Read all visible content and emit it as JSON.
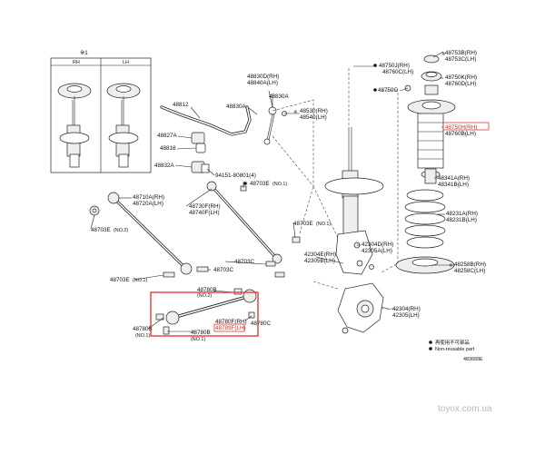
{
  "inset": {
    "marker": "※1",
    "col_rh": "RH",
    "col_lh": "LH"
  },
  "labels": {
    "p48812": "48812",
    "p48827A": "48827A",
    "p48818": "48818",
    "p48832A": "48832A",
    "p94151": "94151-80801(4)",
    "p48830D": "48830D(RH)",
    "p48840A": "48840A(LH)",
    "p48830A_1": "48830A",
    "p48830A_2": "48830A",
    "p48530": "48530(RH)",
    "p48540": "48540(LH)",
    "p48703E_no1_a": "48703E",
    "no1_a": "(NO.1)",
    "p48710A": "48710A(RH)",
    "p48720A": "48720A(LH)",
    "p48703E_no2": "48703E",
    "no2": "(NO.2)",
    "p48730F": "48730F(RH)",
    "p48740F": "48740F(LH)",
    "p48703E_no1_b": "48703E",
    "no1_b": "(NO.1)",
    "p48703C_1": "48703C",
    "p48703C_2": "48703C",
    "p48703E_no1_c": "48703E",
    "no1_c": "(NO.1)",
    "p48780B_top": "48780B",
    "no2_b": "(NO.2)",
    "p48780F": "48780F(RH)",
    "p48789F": "48789F(LH)",
    "p48780C": "48780C",
    "p48780B_left": "48780B",
    "no1_d": "(NO.1)",
    "p48780B_bot": "48780B",
    "no1_e": "(NO.1)",
    "p48750J": "48750J(RH)",
    "p48760C": "48760C(LH)",
    "p48750G": "48750G",
    "p48753B": "48753B(RH)",
    "p48753C": "48753C(LH)",
    "p48750K": "48750K(RH)",
    "p48760D": "48760D(LH)",
    "p48750H": "48750H(RH)",
    "p48760B": "48760B(LH)",
    "p48341A": "48341A(RH)",
    "p48341B": "48341B(LH)",
    "p48231A": "48231A(RH)",
    "p48231B": "48231B(LH)",
    "p48258B": "48258B(RH)",
    "p48258C": "48258C(LH)",
    "p42304E": "42304E(RH)",
    "p42305B": "42305B(LH)",
    "p42304D": "42304D(RH)",
    "p42305A": "42305A(LH)",
    "p42304": "42304(RH)",
    "p42305": "42305(LH)",
    "legend_reuse": "再使用不可部品",
    "legend_nonreuse": "Non-reusable part",
    "figure_code": "483689E",
    "watermark": "toyox.com.ua"
  },
  "colors": {
    "highlight": "#e53935",
    "line": "#222222",
    "watermark": "#b9b9b9"
  }
}
